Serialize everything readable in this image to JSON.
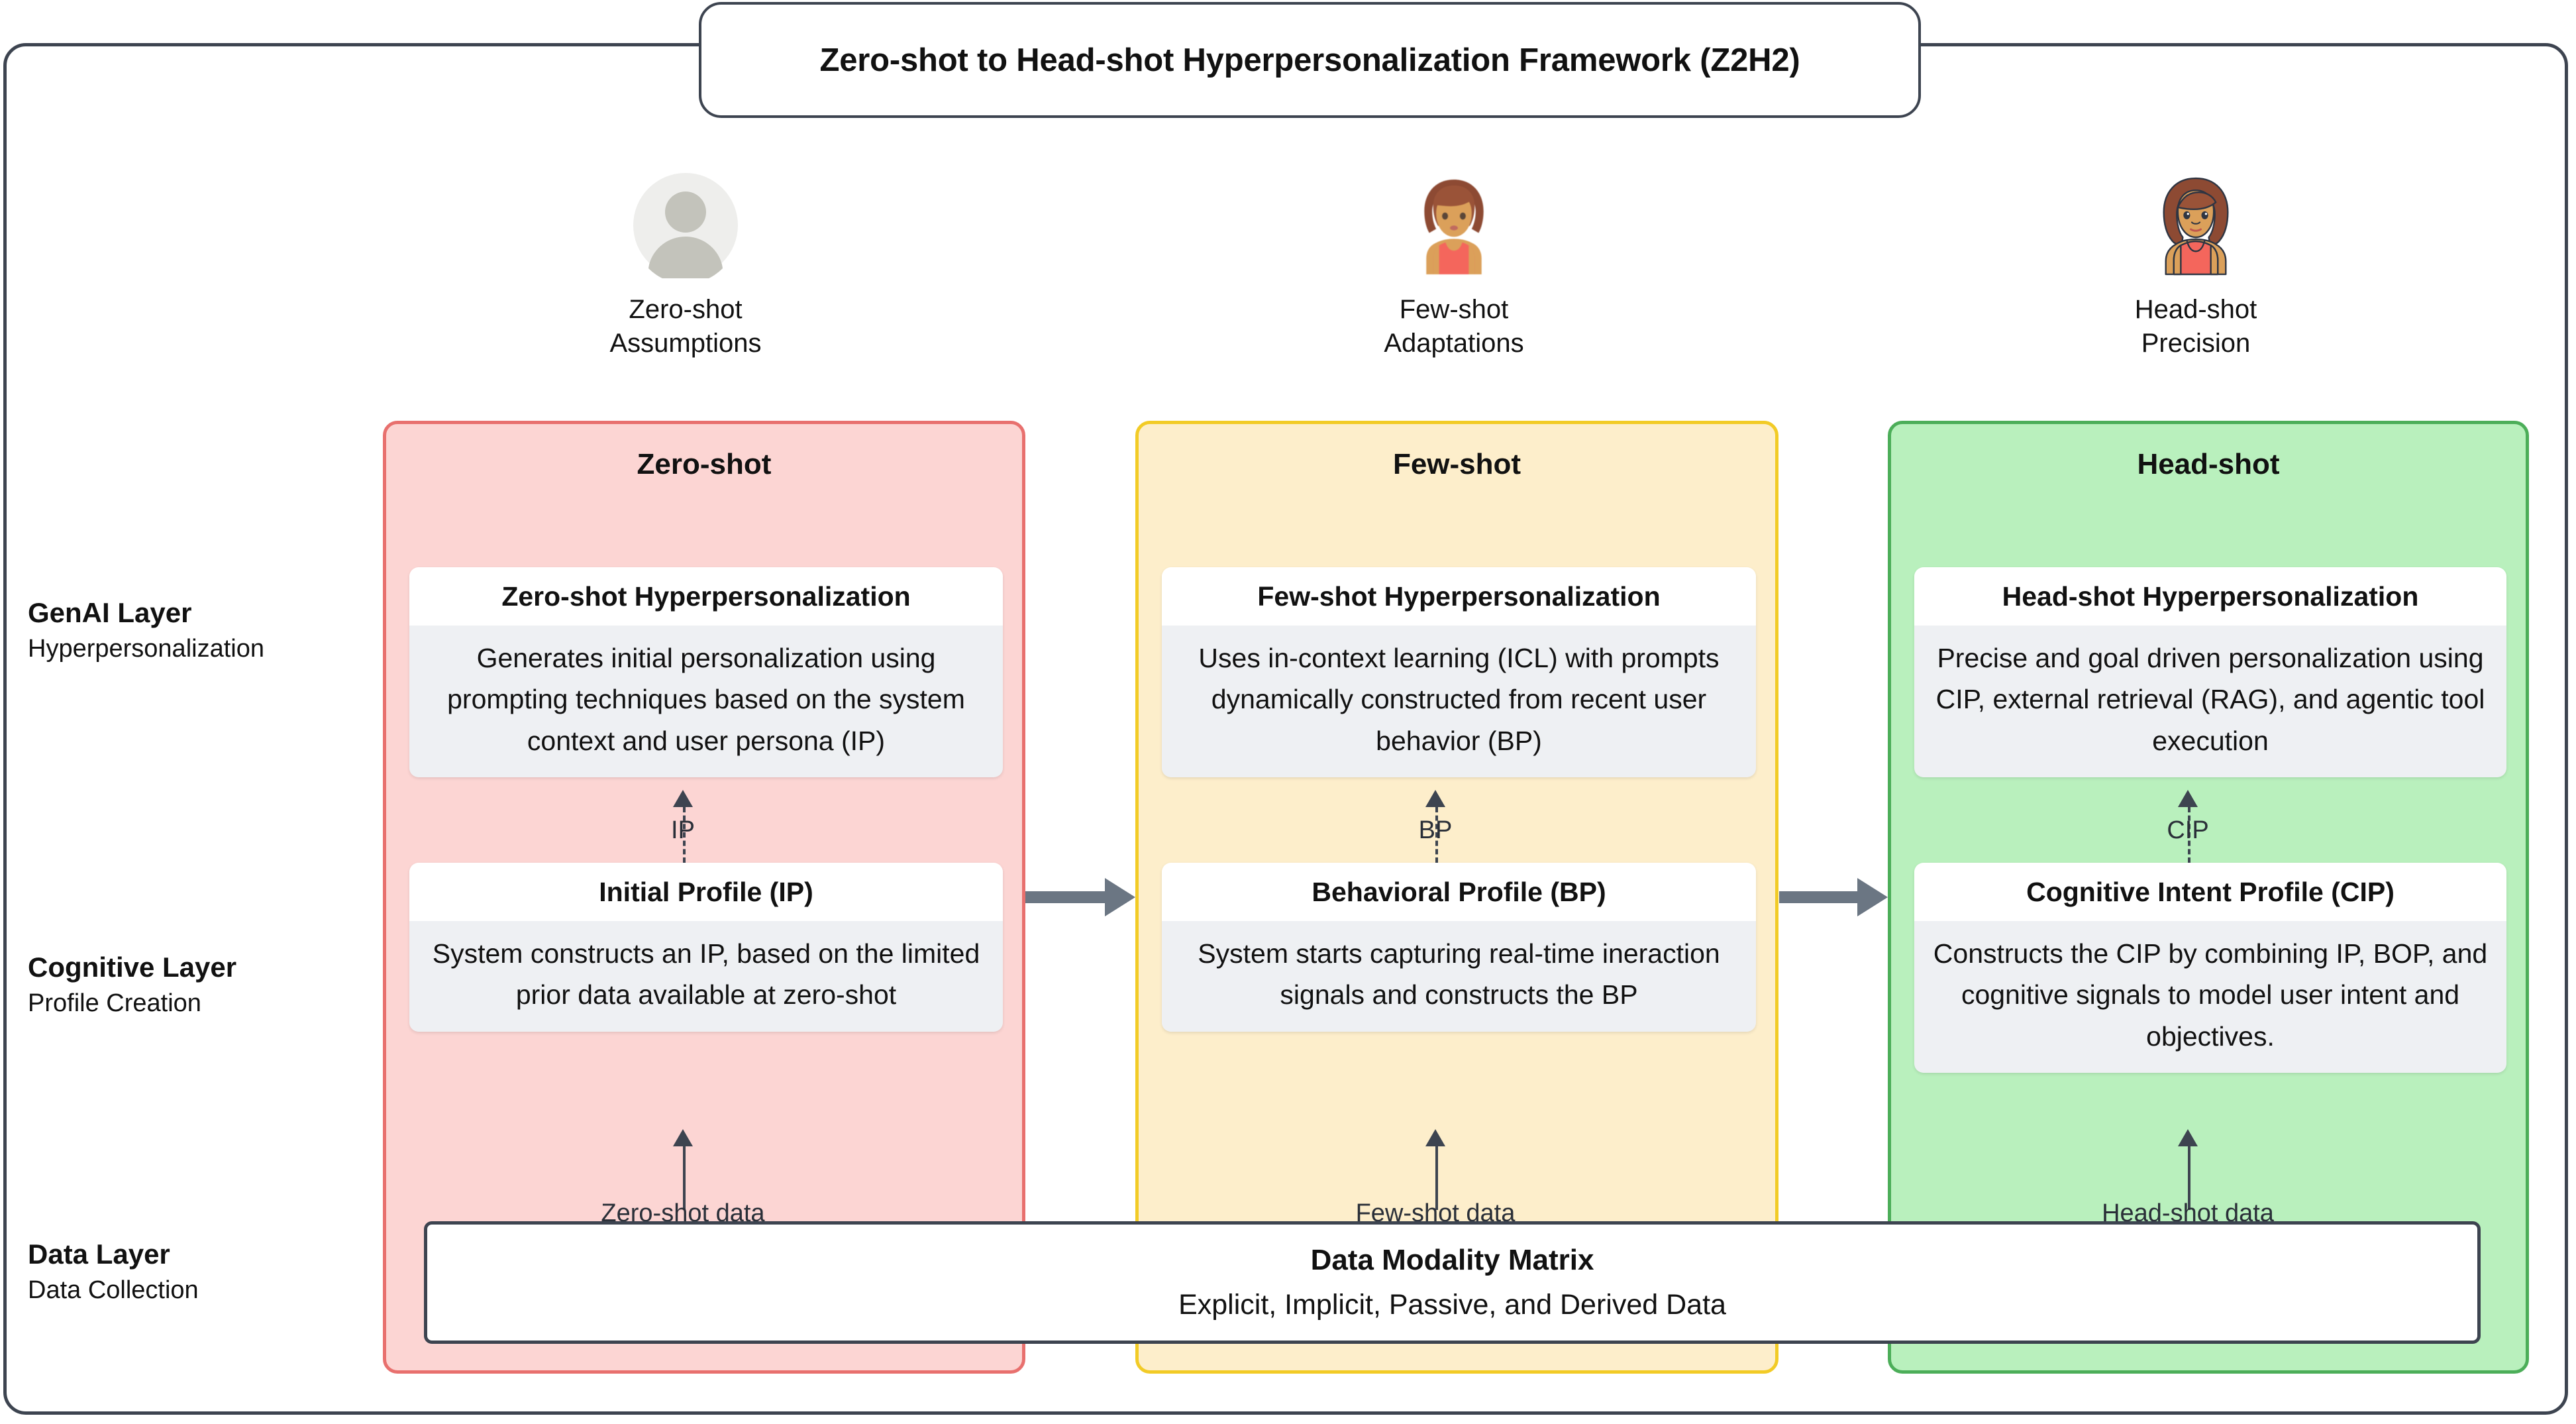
{
  "title": "Zero-shot to Head-shot Hyperpersonalization Framework (Z2H2)",
  "personas": [
    {
      "name": "zero-shot-persona",
      "line1": "Zero-shot",
      "line2": "Assumptions",
      "avatar": "generic-silhouette-avatar-icon"
    },
    {
      "name": "few-shot-persona",
      "line1": "Few-shot",
      "line2": "Adaptations",
      "avatar": "woman-avatar-icon"
    },
    {
      "name": "head-shot-persona",
      "line1": "Head-shot",
      "line2": "Precision",
      "avatar": "woman-avatar-detailed-icon"
    }
  ],
  "layers": [
    {
      "name": "GenAI Layer",
      "subtitle": "Hyperpersonalization"
    },
    {
      "name": "Cognitive Layer",
      "subtitle": "Profile Creation"
    },
    {
      "name": "Data Layer",
      "subtitle": "Data Collection"
    }
  ],
  "stages": [
    {
      "id": "zero",
      "title": "Zero-shot",
      "fill": "#fcd5d3",
      "stroke": "#e8706e",
      "genai_card": {
        "heading": "Zero-shot Hyperpersonalization",
        "body": "Generates initial personalization using prompting techniques based on the system context and user persona (IP)"
      },
      "cognitive_card": {
        "heading": "Initial Profile (IP)",
        "body": "System constructs an IP, based on the limited prior data available at zero-shot"
      },
      "up_arrow_label": "IP",
      "data_arrow_label": "Zero-shot data"
    },
    {
      "id": "few",
      "title": "Few-shot",
      "fill": "#fdeecb",
      "stroke": "#f2cb26",
      "genai_card": {
        "heading": "Few-shot Hyperpersonalization",
        "body": "Uses in-context learning (ICL) with prompts dynamically constructed from recent user behavior (BP)"
      },
      "cognitive_card": {
        "heading": "Behavioral Profile (BP)",
        "body": "System starts capturing real-time ineraction signals and constructs the BP"
      },
      "up_arrow_label": "BP",
      "data_arrow_label": "Few-shot data"
    },
    {
      "id": "head",
      "title": "Head-shot",
      "fill": "#b9f0bd",
      "stroke": "#4cae59",
      "genai_card": {
        "heading": "Head-shot Hyperpersonalization",
        "body": "Precise and goal driven personalization using CIP, external retrieval (RAG), and agentic tool execution"
      },
      "cognitive_card": {
        "heading": "Cognitive Intent Profile (CIP)",
        "body": "Constructs the CIP by combining IP, BOP, and cognitive signals to model user intent and objectives."
      },
      "up_arrow_label": "CIP",
      "data_arrow_label": "Head-shot data"
    }
  ],
  "data_matrix": {
    "title": "Data Modality Matrix",
    "subtitle": "Explicit, Implicit, Passive, and Derived Data"
  },
  "colors": {
    "frame": "#3d4450",
    "stage_arrow": "#6b7683",
    "card_body_bg": "#eef0f3"
  }
}
